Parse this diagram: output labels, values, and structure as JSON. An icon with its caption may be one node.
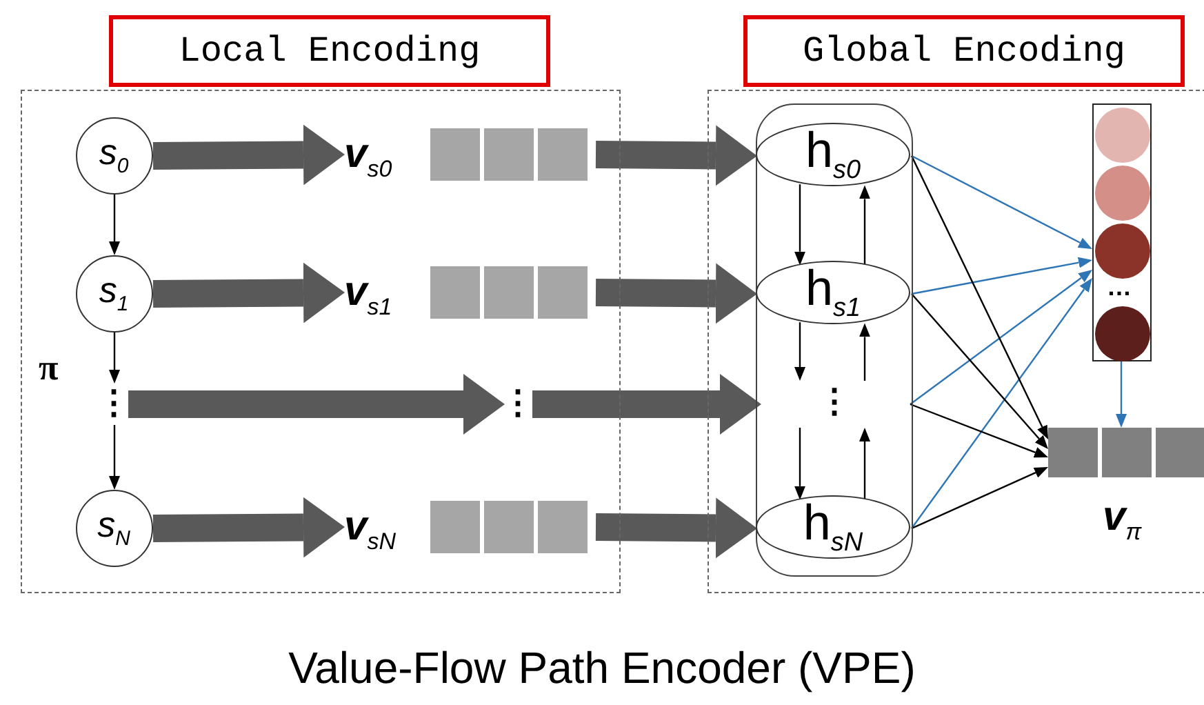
{
  "diagram": {
    "caption": "Value-Flow Path Encoder (VPE)",
    "nodes": [
      {
        "text": [
          "Local Encoding"
        ]
      },
      {
        "text": [
          "s$_{0}$"
        ],
        "in": 0
      },
      {
        "text": [
          "s$_{1}$"
        ],
        "in": 0
      },
      {
        "text": [
          "⋮"
        ],
        "in": 0
      },
      {
        "text": [
          "s$_{N}$"
        ],
        "in": 0
      },
      {
        "text": [
          "v$_{s0}$"
        ],
        "in": 0
      },
      {
        "text": [
          "v$_{s1}$"
        ],
        "in": 0
      },
      {
        "text": [
          "⋮"
        ],
        "in": 0
      },
      {
        "text": [
          "v$_{sN}$"
        ],
        "in": 0
      },
      {
        "text": [
          "Global Encoding"
        ]
      },
      {
        "text": [],
        "shape": "cylinder",
        "in": 9
      },
      {
        "text": [
          "h$_{s0}$"
        ],
        "in": 10
      },
      {
        "text": [
          "h$_{s1}$"
        ],
        "in": 10
      },
      {
        "text": [
          "⋮"
        ],
        "in": 10
      },
      {
        "text": [
          "h$_{sN}$"
        ],
        "in": 10
      },
      {
        "text": [
          "…"
        ],
        "in": 9
      },
      {
        "text": [
          "v$_{π}$"
        ],
        "in": 9
      }
    ],
    "edges": [
      {
        "from": 1,
        "to": 2,
        "arrow": "to"
      },
      {
        "from": 2,
        "to": 3,
        "arrow": "to"
      },
      {
        "from": 3,
        "to": 4,
        "arrow": "to"
      },
      {
        "from": 1,
        "to": 5,
        "arrow": "to",
        "style": "thick",
        "color": "#595959"
      },
      {
        "from": 2,
        "to": 6,
        "arrow": "to",
        "style": "thick",
        "color": "#595959"
      },
      {
        "from": 3,
        "to": 7,
        "arrow": "to",
        "style": "thick",
        "color": "#595959"
      },
      {
        "from": 4,
        "to": 8,
        "arrow": "to",
        "style": "thick",
        "color": "#595959"
      },
      {
        "from": 5,
        "to": 11,
        "arrow": "to",
        "style": "thick",
        "color": "#595959"
      },
      {
        "from": 6,
        "to": 12,
        "arrow": "to",
        "style": "thick",
        "color": "#595959"
      },
      {
        "from": 7,
        "to": 13,
        "arrow": "to",
        "style": "thick",
        "color": "#595959"
      },
      {
        "from": 8,
        "to": 14,
        "arrow": "to",
        "style": "thick",
        "color": "#595959"
      },
      {
        "from": 11,
        "to": 12,
        "arrow": "to"
      },
      {
        "from": 12,
        "to": 13,
        "arrow": "to"
      },
      {
        "from": 13,
        "to": 14,
        "arrow": "to"
      },
      {
        "from": 14,
        "to": 13,
        "arrow": "to"
      },
      {
        "from": 13,
        "to": 12,
        "arrow": "to"
      },
      {
        "from": 12,
        "to": 11,
        "arrow": "to"
      },
      {
        "from": 11,
        "to": 15,
        "arrow": "to",
        "color": "#2e75b6"
      },
      {
        "from": 12,
        "to": 15,
        "arrow": "to",
        "color": "#2e75b6"
      },
      {
        "from": 13,
        "to": 15,
        "arrow": "to",
        "color": "#2e75b6"
      },
      {
        "from": 14,
        "to": 15,
        "arrow": "to",
        "color": "#2e75b6"
      },
      {
        "from": 11,
        "to": 16,
        "arrow": "to"
      },
      {
        "from": 12,
        "to": 16,
        "arrow": "to"
      },
      {
        "from": 13,
        "to": 16,
        "arrow": "to"
      },
      {
        "from": 14,
        "to": 16,
        "arrow": "to"
      },
      {
        "from": 15,
        "to": 16,
        "arrow": "to",
        "color": "#2e75b6"
      }
    ],
    "labels": [
      "π"
    ]
  }
}
